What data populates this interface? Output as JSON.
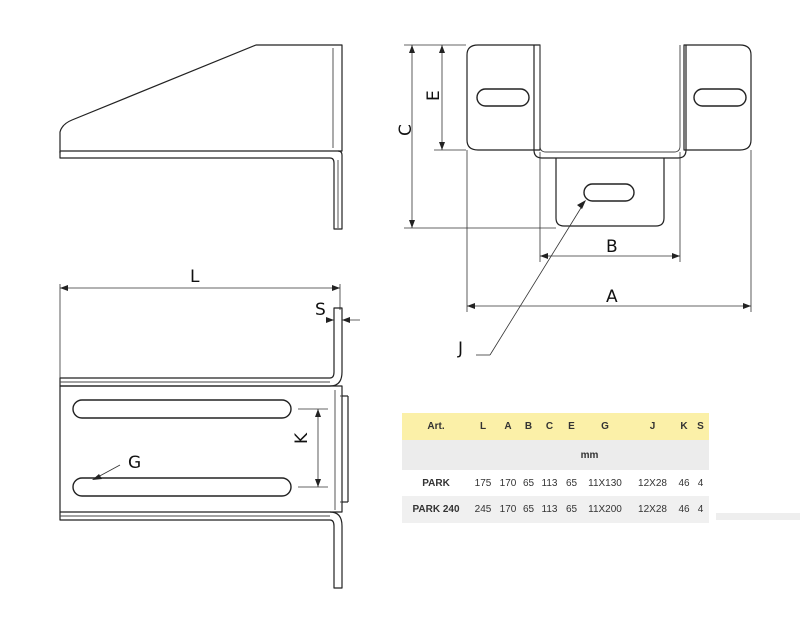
{
  "labels": {
    "L": "L",
    "S": "S",
    "G": "G",
    "K": "K",
    "C": "C",
    "E": "E",
    "B": "B",
    "A": "A",
    "J": "J"
  },
  "table": {
    "headers": [
      "Art.",
      "L",
      "A",
      "B",
      "C",
      "E",
      "G",
      "J",
      "K",
      "S"
    ],
    "unit": "mm",
    "rows": [
      [
        "PARK",
        "175",
        "170",
        "65",
        "113",
        "65",
        "11X130",
        "12X28",
        "46",
        "4"
      ],
      [
        "PARK 240",
        "245",
        "170",
        "65",
        "113",
        "65",
        "11X200",
        "12X28",
        "46",
        "4"
      ]
    ],
    "header_color": "#fbf0a8"
  }
}
